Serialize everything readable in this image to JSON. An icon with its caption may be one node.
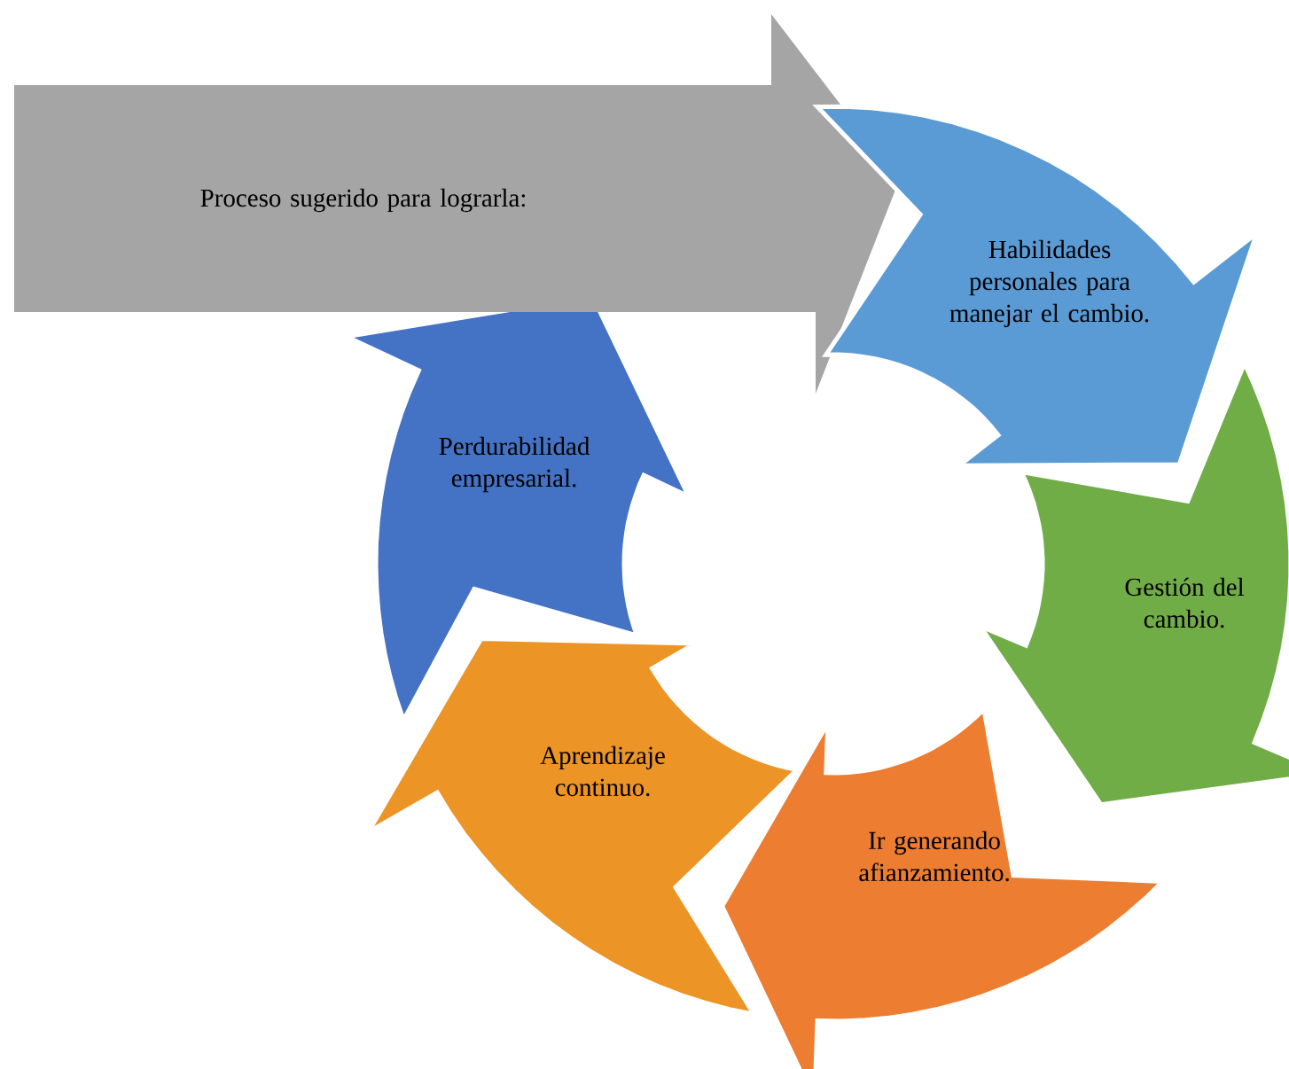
{
  "diagram": {
    "nodes": [
      {
        "text": [
          "Proceso sugerido para lograrla:"
        ]
      },
      {
        "text": [
          "Habilidades personales para manejar el cambio."
        ]
      },
      {
        "text": [
          "Gestión del cambio."
        ]
      },
      {
        "text": [
          "Ir generando afianzamiento."
        ]
      },
      {
        "text": [
          "Aprendizaje continuo."
        ]
      },
      {
        "text": [
          "Perdurabilidad empresarial."
        ]
      }
    ]
  }
}
